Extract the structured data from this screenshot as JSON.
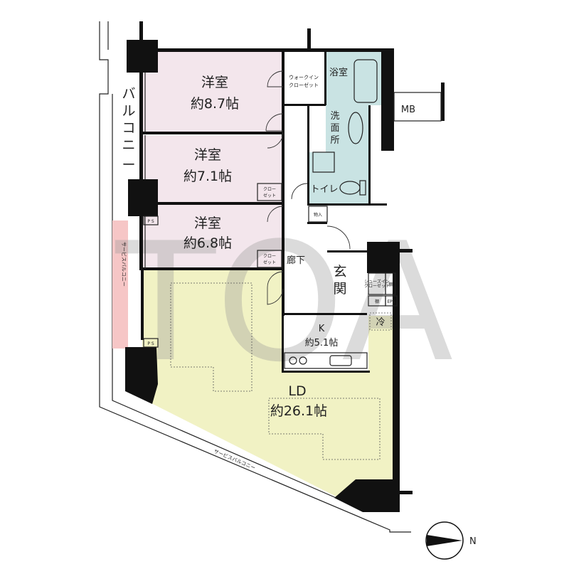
{
  "watermark": "TOA",
  "rooms": {
    "western1": {
      "name": "洋室",
      "size": "約8.7帖"
    },
    "western2": {
      "name": "洋室",
      "size": "約7.1帖"
    },
    "western3": {
      "name": "洋室",
      "size": "約6.8帖"
    },
    "ld": {
      "name": "LD",
      "size": "約26.1帖"
    },
    "kitchen": {
      "name": "K",
      "size": "約5.1帖"
    },
    "bath": "浴室",
    "washroom": [
      "洗",
      "面",
      "所"
    ],
    "toilet": "トイレ",
    "corridor": "廊下",
    "entrance": [
      "玄",
      "関"
    ],
    "walkin_closet": [
      "ウォークイン",
      "クローゼット"
    ],
    "shoes_closet": [
      "シューズイン",
      "クローゼット"
    ],
    "closet": [
      "クロー",
      "ゼット"
    ],
    "storage": "物入",
    "shelf": "棚",
    "eps": "EPS",
    "mb": "MB",
    "ps": "P S",
    "fridge": "冷"
  },
  "balcony": [
    "バ",
    "ル",
    "コ",
    "ニ",
    "ー"
  ],
  "service_balcony": "サービスバルコニー",
  "compass": "N",
  "colors": {
    "western": "#f3e6ec",
    "ld": "#f1f2c4",
    "wet": "#c9e3e3",
    "accent": "#e8262c",
    "watermark": "#999999"
  }
}
